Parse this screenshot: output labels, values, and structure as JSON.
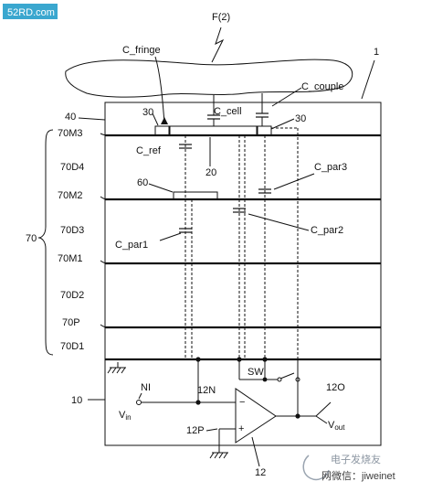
{
  "watermark_top": "52RD.com",
  "finger_label": "F(2)",
  "ref_1": "1",
  "labels": {
    "c_fringe": "C_fringe",
    "c_cell": "C_cell",
    "c_couple": "C_couple",
    "c_ref": "C_ref",
    "c_par3": "C_par3",
    "c_par2": "C_par2",
    "c_par1": "C_par1"
  },
  "refs": {
    "r30_left": "30",
    "r30_right": "30",
    "r20": "20",
    "r60": "60",
    "r70": "70",
    "r10": "10",
    "r12": "12",
    "r12N": "12N",
    "r12P": "12P",
    "r12O": "12O",
    "sw": "SW",
    "ni": "NI",
    "plus": "+",
    "minus": "−"
  },
  "layers": {
    "l40": "40",
    "m3": "70M3",
    "d4": "70D4",
    "m2": "70M2",
    "d3": "70D3",
    "m1": "70M1",
    "d2": "70D2",
    "p": "70P",
    "d1": "70D1"
  },
  "vin_main": "V",
  "vin_sub": "in",
  "vout_main": "V",
  "vout_sub": "out",
  "watermark_bottom": "电子发烧友",
  "watermark_bottom2": "网微信：jiweinet"
}
